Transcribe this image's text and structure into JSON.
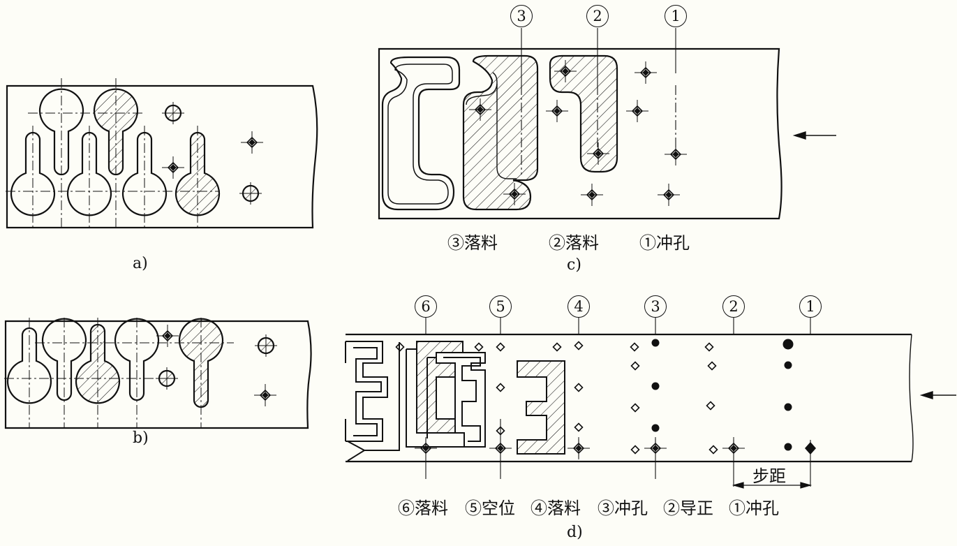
{
  "figure_a": {
    "caption": "a)"
  },
  "figure_b": {
    "caption": "b)"
  },
  "figure_c": {
    "caption": "c)",
    "markers": [
      "3",
      "2",
      "1"
    ],
    "steps": [
      "③落料",
      "②落料",
      "①冲孔"
    ]
  },
  "figure_d": {
    "caption": "d)",
    "markers": [
      "6",
      "5",
      "4",
      "3",
      "2",
      "1"
    ],
    "steps": [
      "⑥落料",
      "⑤空位",
      "④落料",
      "③冲孔",
      "②导正",
      "①冲孔"
    ],
    "pitch_label": "步距"
  },
  "colors": {
    "ink": "#111111",
    "paper": "#fdfdf7"
  }
}
